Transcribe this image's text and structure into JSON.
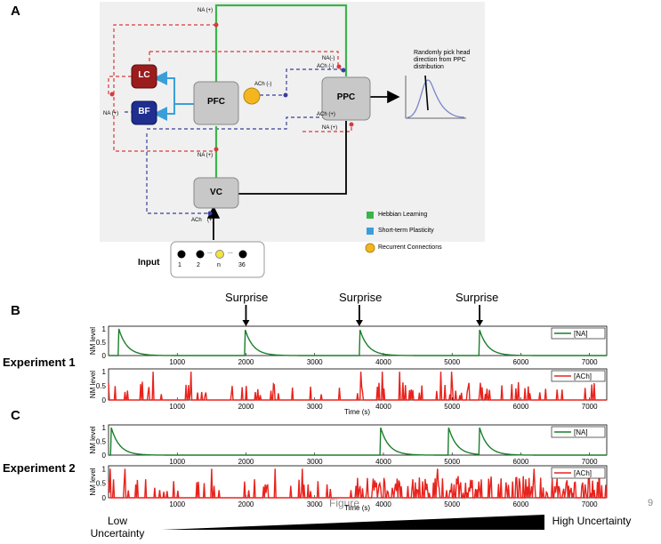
{
  "panels": {
    "a": "A",
    "b": "B",
    "c": "C"
  },
  "diagram": {
    "nodes": {
      "lc": "LC",
      "bf": "BF",
      "pfc": "PFC",
      "ppc": "PPC",
      "vc": "VC"
    },
    "edge_labels": {
      "na_top": "NA (+)",
      "na_bf": "NA (+)",
      "na_mid": "NA (+)",
      "ach_pfc": "ACh (-)",
      "na_minus": "NA(-)",
      "ach_minus": "ACh (-)",
      "ach_plus": "ACh (+)",
      "na_ppc": "NA (+)",
      "ach_vc": "ACh",
      "ach_vc_plus": "(+)"
    },
    "head_direction": "Randomly pick head direction from PPC distribution",
    "input": {
      "title": "Input",
      "labels": [
        "1",
        "2",
        "...",
        "n",
        "...",
        "36"
      ]
    },
    "legend": [
      {
        "label": "Hebbian Learning",
        "color": "#3cb44b"
      },
      {
        "label": "Short-term Plasticity",
        "color": "#3a9fd9"
      },
      {
        "label": "Recurrent Connections",
        "color": "#f3b61f"
      }
    ]
  },
  "labels": {
    "experiment1": "Experiment 1",
    "experiment2": "Experiment 2",
    "surprise": "Surprise",
    "time_axis": "Time (s)",
    "nm_level": "NM level",
    "figure_caption": "Figure",
    "page_number": "9",
    "low_uncertainty": "Low Uncertainty",
    "high_uncertainty": "High Uncertainty"
  },
  "colors": {
    "na": "#1a7f2a",
    "ach": "#e8231d"
  },
  "chart_data": [
    {
      "type": "line",
      "panel": "B",
      "name": "Experiment 1 NA",
      "series": [
        {
          "name": "[NA]",
          "color": "#1a7f2a"
        }
      ],
      "events": [
        150,
        1985,
        3655,
        5395
      ],
      "x_ticks": [
        1000,
        2000,
        3000,
        4000,
        5000,
        6000,
        7000
      ],
      "y_ticks": [
        "1",
        "0.5",
        "0"
      ],
      "xlim": [
        0,
        7250
      ],
      "ylim": [
        0,
        1.1
      ],
      "annotations": [
        {
          "text": "Surprise",
          "x": 2000
        },
        {
          "text": "Surprise",
          "x": 3650
        },
        {
          "text": "Surprise",
          "x": 5400
        }
      ]
    },
    {
      "type": "line",
      "panel": "B",
      "name": "Experiment 1 ACh",
      "series": [
        {
          "name": "[ACh]",
          "color": "#e8231d"
        }
      ],
      "x_ticks": [
        1000,
        2000,
        3000,
        4000,
        5000,
        6000,
        7000
      ],
      "y_ticks": [
        "1",
        "0.5",
        "0"
      ],
      "xlabel": "Time (s)",
      "xlim": [
        0,
        7250
      ],
      "ylim": [
        0,
        1.1
      ]
    },
    {
      "type": "line",
      "panel": "C",
      "name": "Experiment 2 NA",
      "series": [
        {
          "name": "[NA]",
          "color": "#1a7f2a"
        }
      ],
      "events": [
        40,
        3960,
        4950,
        5400
      ],
      "x_ticks": [
        1000,
        2000,
        3000,
        4000,
        5000,
        6000,
        7000
      ],
      "y_ticks": [
        "1",
        "0.5",
        "0"
      ],
      "xlim": [
        0,
        7250
      ],
      "ylim": [
        0,
        1.1
      ]
    },
    {
      "type": "line",
      "panel": "C",
      "name": "Experiment 2 ACh",
      "series": [
        {
          "name": "[ACh]",
          "color": "#e8231d"
        }
      ],
      "x_ticks": [
        1000,
        2000,
        3000,
        4000,
        5000,
        6000,
        7000
      ],
      "y_ticks": [
        "1",
        "0.5",
        "0"
      ],
      "xlabel": "Time (s)",
      "xlim": [
        0,
        7250
      ],
      "ylim": [
        0,
        1.1
      ]
    }
  ]
}
